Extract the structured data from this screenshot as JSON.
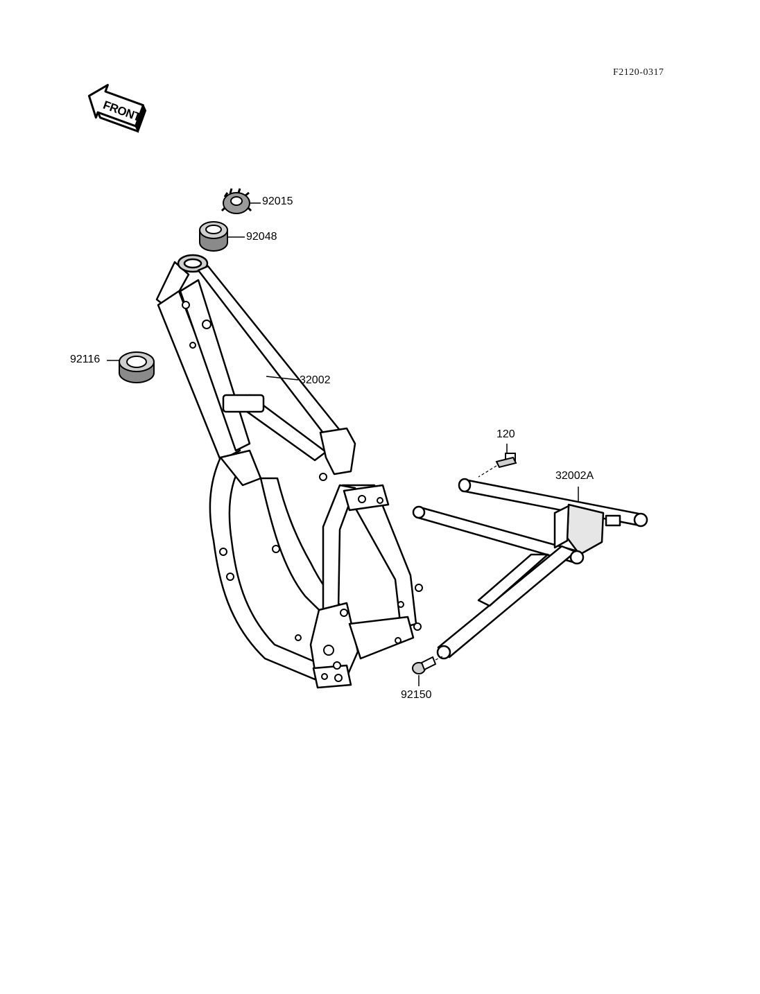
{
  "reference_code": "F2120-0317",
  "direction_marker": {
    "label": "FRONT",
    "icon": "front-arrow-icon"
  },
  "parts": [
    {
      "number": "92015",
      "component": "nut"
    },
    {
      "number": "92048",
      "component": "cap"
    },
    {
      "number": "92116",
      "component": "bearing"
    },
    {
      "number": "32002",
      "component": "frame"
    },
    {
      "number": "120",
      "component": "bolt"
    },
    {
      "number": "32002A",
      "component": "rear-frame"
    },
    {
      "number": "92150",
      "component": "bolt"
    }
  ],
  "colors": {
    "line": "#000000",
    "background": "#ffffff",
    "shade": "#d8d8d8"
  }
}
